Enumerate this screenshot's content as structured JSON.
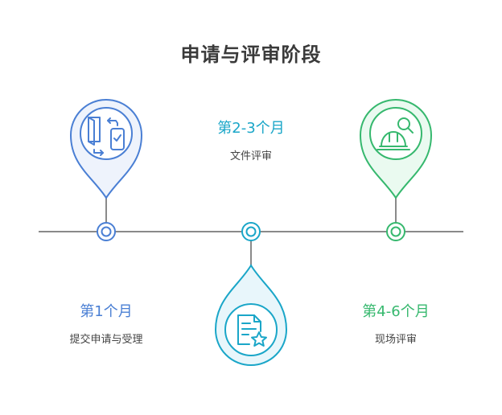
{
  "title": "申请与评审阶段",
  "phases": [
    {
      "title": "第1个月",
      "desc": "提交申请与受理",
      "icon": "document-exchange-icon",
      "color": "#4a7fd4"
    },
    {
      "title": "第2-3个月",
      "desc": "文件评审",
      "icon": "document-star-icon",
      "color": "#1aa6c8"
    },
    {
      "title": "第4-6个月",
      "desc": "现场评审",
      "icon": "hardhat-search-icon",
      "color": "#36b86e"
    }
  ]
}
